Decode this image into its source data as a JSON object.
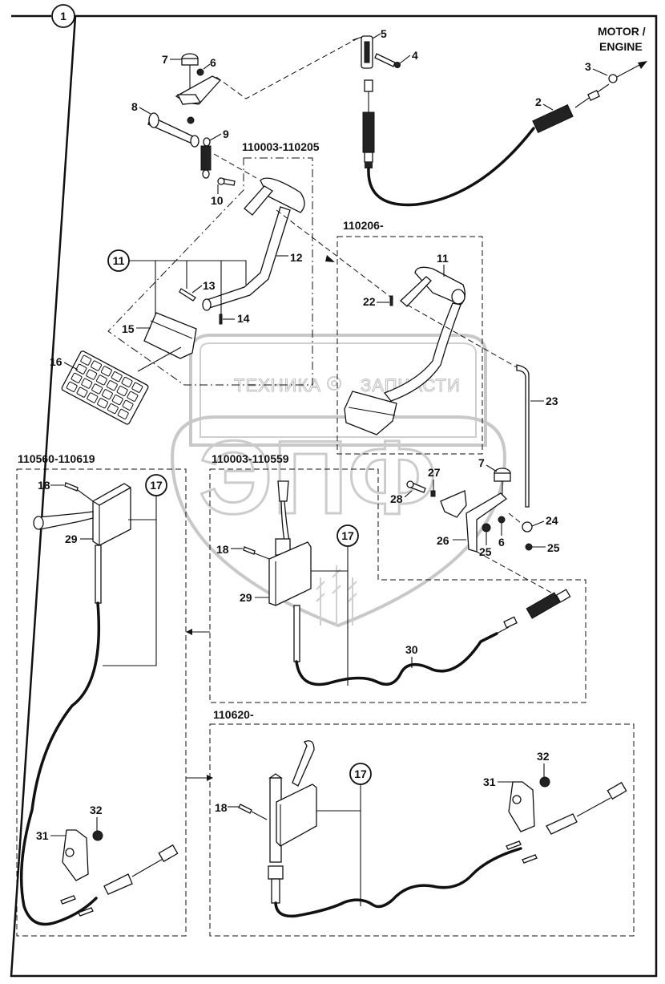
{
  "diagram": {
    "title_callout": "1",
    "direction_label_line1": "MOTOR /",
    "direction_label_line2": "ENGINE",
    "watermark": {
      "left_word": "ТЕХНИКА",
      "right_word": "ЗАПЧАСТИ",
      "big_letters": "ЭПФ"
    },
    "serial_ranges": {
      "pedal_old": "110003-110205",
      "pedal_new": "110206-",
      "hand_lever_a": "110560-110619",
      "hand_lever_b": "110003-110559",
      "hand_lever_c": "110620-"
    },
    "callouts": {
      "c2": "2",
      "c3": "3",
      "c4": "4",
      "c5": "5",
      "c6": "6",
      "c7": "7",
      "c8": "8",
      "c9": "9",
      "c10": "10",
      "c11_circle": "11",
      "c11": "11",
      "c12": "12",
      "c13": "13",
      "c14": "14",
      "c15": "15",
      "c16": "16",
      "c17": "17",
      "c18": "18",
      "c22": "22",
      "c23": "23",
      "c24": "24",
      "c25": "25",
      "c26": "26",
      "c27": "27",
      "c28": "28",
      "c29": "29",
      "c30": "30",
      "c31": "31",
      "c32": "32"
    }
  }
}
